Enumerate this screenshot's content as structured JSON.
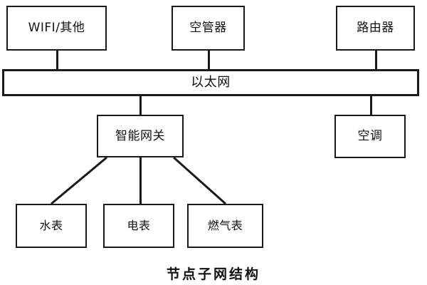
{
  "caption": "节点子网结构",
  "diagram": {
    "type": "network-topology",
    "backbone": {
      "label": "以太网",
      "id": "ethernet-bus"
    },
    "top_nodes": [
      {
        "id": "wifi-other",
        "label": "WIFI/其他"
      },
      {
        "id": "air-controller",
        "label": "空管器"
      },
      {
        "id": "router",
        "label": "路由器"
      }
    ],
    "mid_nodes": [
      {
        "id": "smart-gateway",
        "label": "智能网关"
      },
      {
        "id": "air-conditioner",
        "label": "空调"
      }
    ],
    "leaf_nodes": [
      {
        "id": "water-meter",
        "label": "水表"
      },
      {
        "id": "electric-meter",
        "label": "电表"
      },
      {
        "id": "gas-meter",
        "label": "燃气表"
      }
    ],
    "colors": {
      "line": "#1a1a1a",
      "box_fill": "#ffffff",
      "text": "#111111",
      "background": "#ffffff"
    },
    "edges": [
      {
        "from": "wifi-other",
        "to": "ethernet-bus"
      },
      {
        "from": "air-controller",
        "to": "ethernet-bus"
      },
      {
        "from": "router",
        "to": "ethernet-bus"
      },
      {
        "from": "ethernet-bus",
        "to": "smart-gateway"
      },
      {
        "from": "ethernet-bus",
        "to": "air-conditioner"
      },
      {
        "from": "smart-gateway",
        "to": "water-meter"
      },
      {
        "from": "smart-gateway",
        "to": "electric-meter"
      },
      {
        "from": "smart-gateway",
        "to": "gas-meter"
      }
    ]
  }
}
